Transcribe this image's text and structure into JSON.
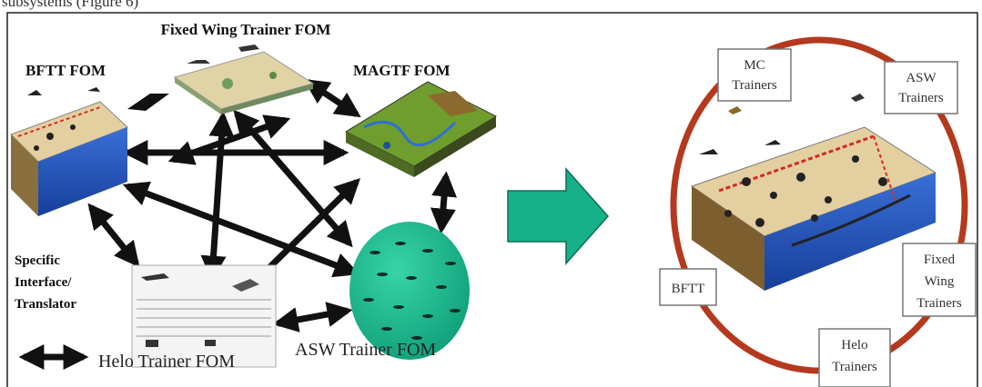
{
  "caption_fragment": "subsystems (Figure 6)",
  "left": {
    "foms": {
      "fixed_wing": "Fixed Wing Trainer FOM",
      "bftt": "BFTT FOM",
      "magtf": "MAGTF FOM",
      "asw": "ASW Trainer FOM",
      "helo": "Helo Trainer FOM"
    },
    "legend": {
      "line1": "Specific",
      "line2": "Interface/",
      "line3": "Translator"
    }
  },
  "right": {
    "boxes": {
      "mc_line1": "MC",
      "mc_line2": "Trainers",
      "asw_line1": "ASW",
      "asw_line2": "Trainers",
      "bftt": "BFTT",
      "fw_line1": "Fixed",
      "fw_line2": "Wing",
      "fw_line3": "Trainers",
      "helo_line1": "Helo",
      "helo_line2": "Trainers"
    }
  },
  "colors": {
    "ring": "#b5391d",
    "transition_arrow": "#16b089",
    "asw_sphere": "#1bbf93",
    "ocean": "#1d4fb8",
    "terrain": "#e4cfa0",
    "magtf_terrain": "#6f9e2e"
  }
}
